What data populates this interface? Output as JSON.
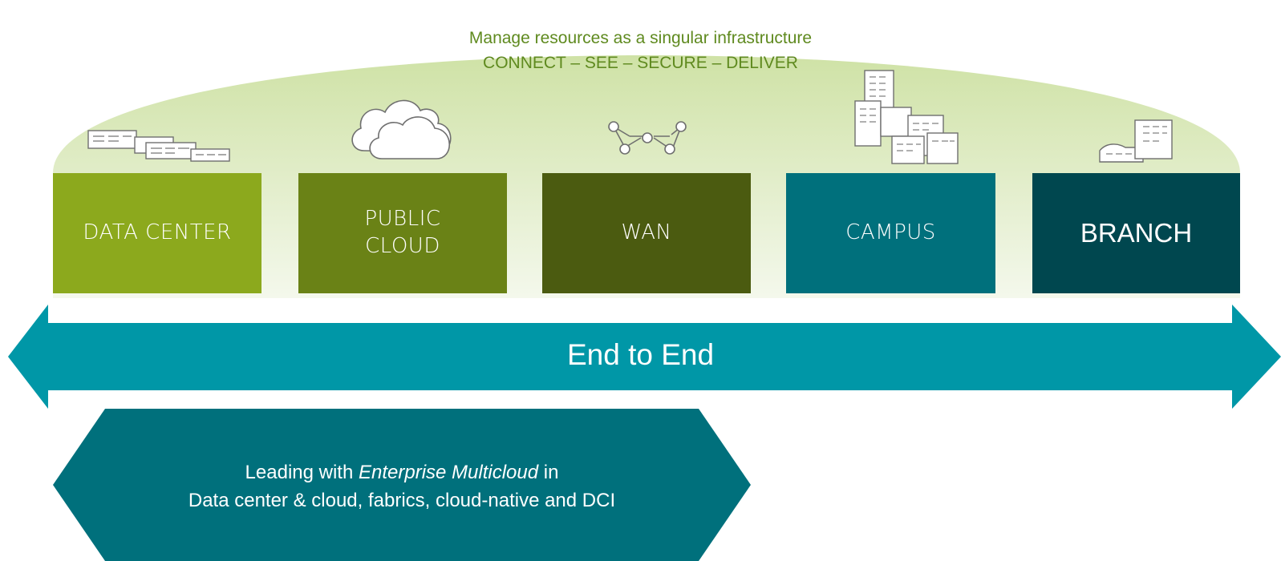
{
  "banner": {
    "line1": "Manage resources as a singular infrastructure",
    "line2": "CONNECT – SEE – SECURE – DELIVER",
    "color": "#5f8a1f"
  },
  "segments": [
    {
      "label": "DATA CENTER",
      "icon": "data-center-buildings-icon",
      "color": "#8ca91d"
    },
    {
      "label": "PUBLIC\nCLOUD",
      "icon": "cloud-icon",
      "color": "#6a8216"
    },
    {
      "label": "WAN",
      "icon": "network-nodes-icon",
      "color": "#4b5b10"
    },
    {
      "label": "CAMPUS",
      "icon": "campus-buildings-icon",
      "color": "#00707c"
    },
    {
      "label": "BRANCH",
      "icon": "branch-building-icon",
      "color": "#00474f"
    }
  ],
  "arrow": {
    "label": "End to End",
    "color": "#0097a7"
  },
  "focus": {
    "line1_prefix": "Leading with ",
    "line1_emphasis": "Enterprise Multicloud",
    "line1_suffix": " in",
    "line2": "Data center & cloud, fabrics, cloud-native and DCI",
    "color": "#00707c"
  }
}
